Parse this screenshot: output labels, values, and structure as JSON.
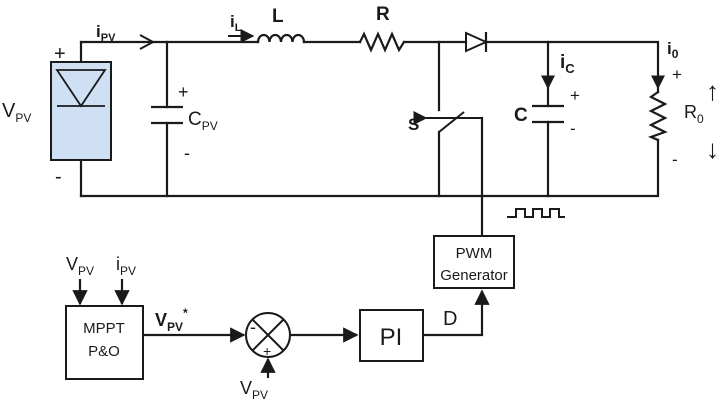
{
  "source": {
    "v": "V",
    "v_sub": "PV",
    "plus": "+",
    "minus": "-"
  },
  "currents": {
    "ipv": "i",
    "ipv_sub": "PV",
    "il": "i",
    "il_sub": "L",
    "ic": "i",
    "ic_sub": "C",
    "io": "i",
    "io_sub": "0"
  },
  "components": {
    "inductor": "L",
    "resistor": "R",
    "cpv": "C",
    "cpv_sub": "PV",
    "cpv_plus": "+",
    "cpv_minus": "-",
    "switch": "S",
    "cout": "C",
    "cout_plus": "+",
    "cout_minus": "-",
    "load": "R",
    "load_sub": "0",
    "load_plus": "+",
    "load_minus": "-",
    "up_arrow": "↑",
    "down_arrow": "↓"
  },
  "control": {
    "pwm_line1": "PWM",
    "pwm_line2": "Generator",
    "mppt_line1": "MPPT",
    "mppt_line2": "P&O",
    "in_v": "V",
    "in_v_sub": "PV",
    "in_i": "i",
    "in_i_sub": "PV",
    "vref": "V",
    "vref_sub": "PV",
    "vref_sup": "*",
    "sum_minus": "-",
    "sum_plus": "+",
    "pi": "PI",
    "duty": "D",
    "fb_v": "V",
    "fb_v_sub": "PV"
  }
}
